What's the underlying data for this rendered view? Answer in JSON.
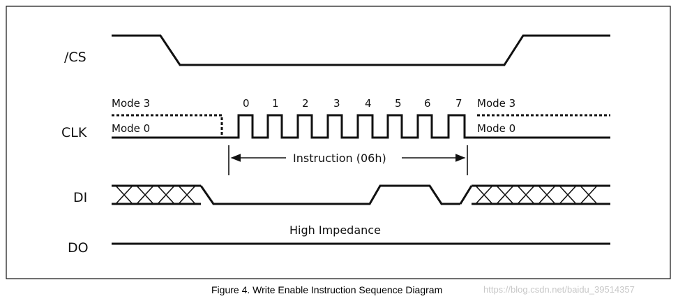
{
  "signals": {
    "cs": "/CS",
    "clk": "CLK",
    "di": "DI",
    "do": "DO"
  },
  "clock": {
    "mode3_left": "Mode 3",
    "mode0_left": "Mode 0",
    "mode3_right": "Mode 3",
    "mode0_right": "Mode 0",
    "bits": [
      "0",
      "1",
      "2",
      "3",
      "4",
      "5",
      "6",
      "7"
    ]
  },
  "instruction_label": "Instruction (06h)",
  "do_state": "High Impedance",
  "caption": "Figure 4. Write Enable Instruction Sequence Diagram",
  "watermark": "https://blog.csdn.net/baidu_39514357"
}
